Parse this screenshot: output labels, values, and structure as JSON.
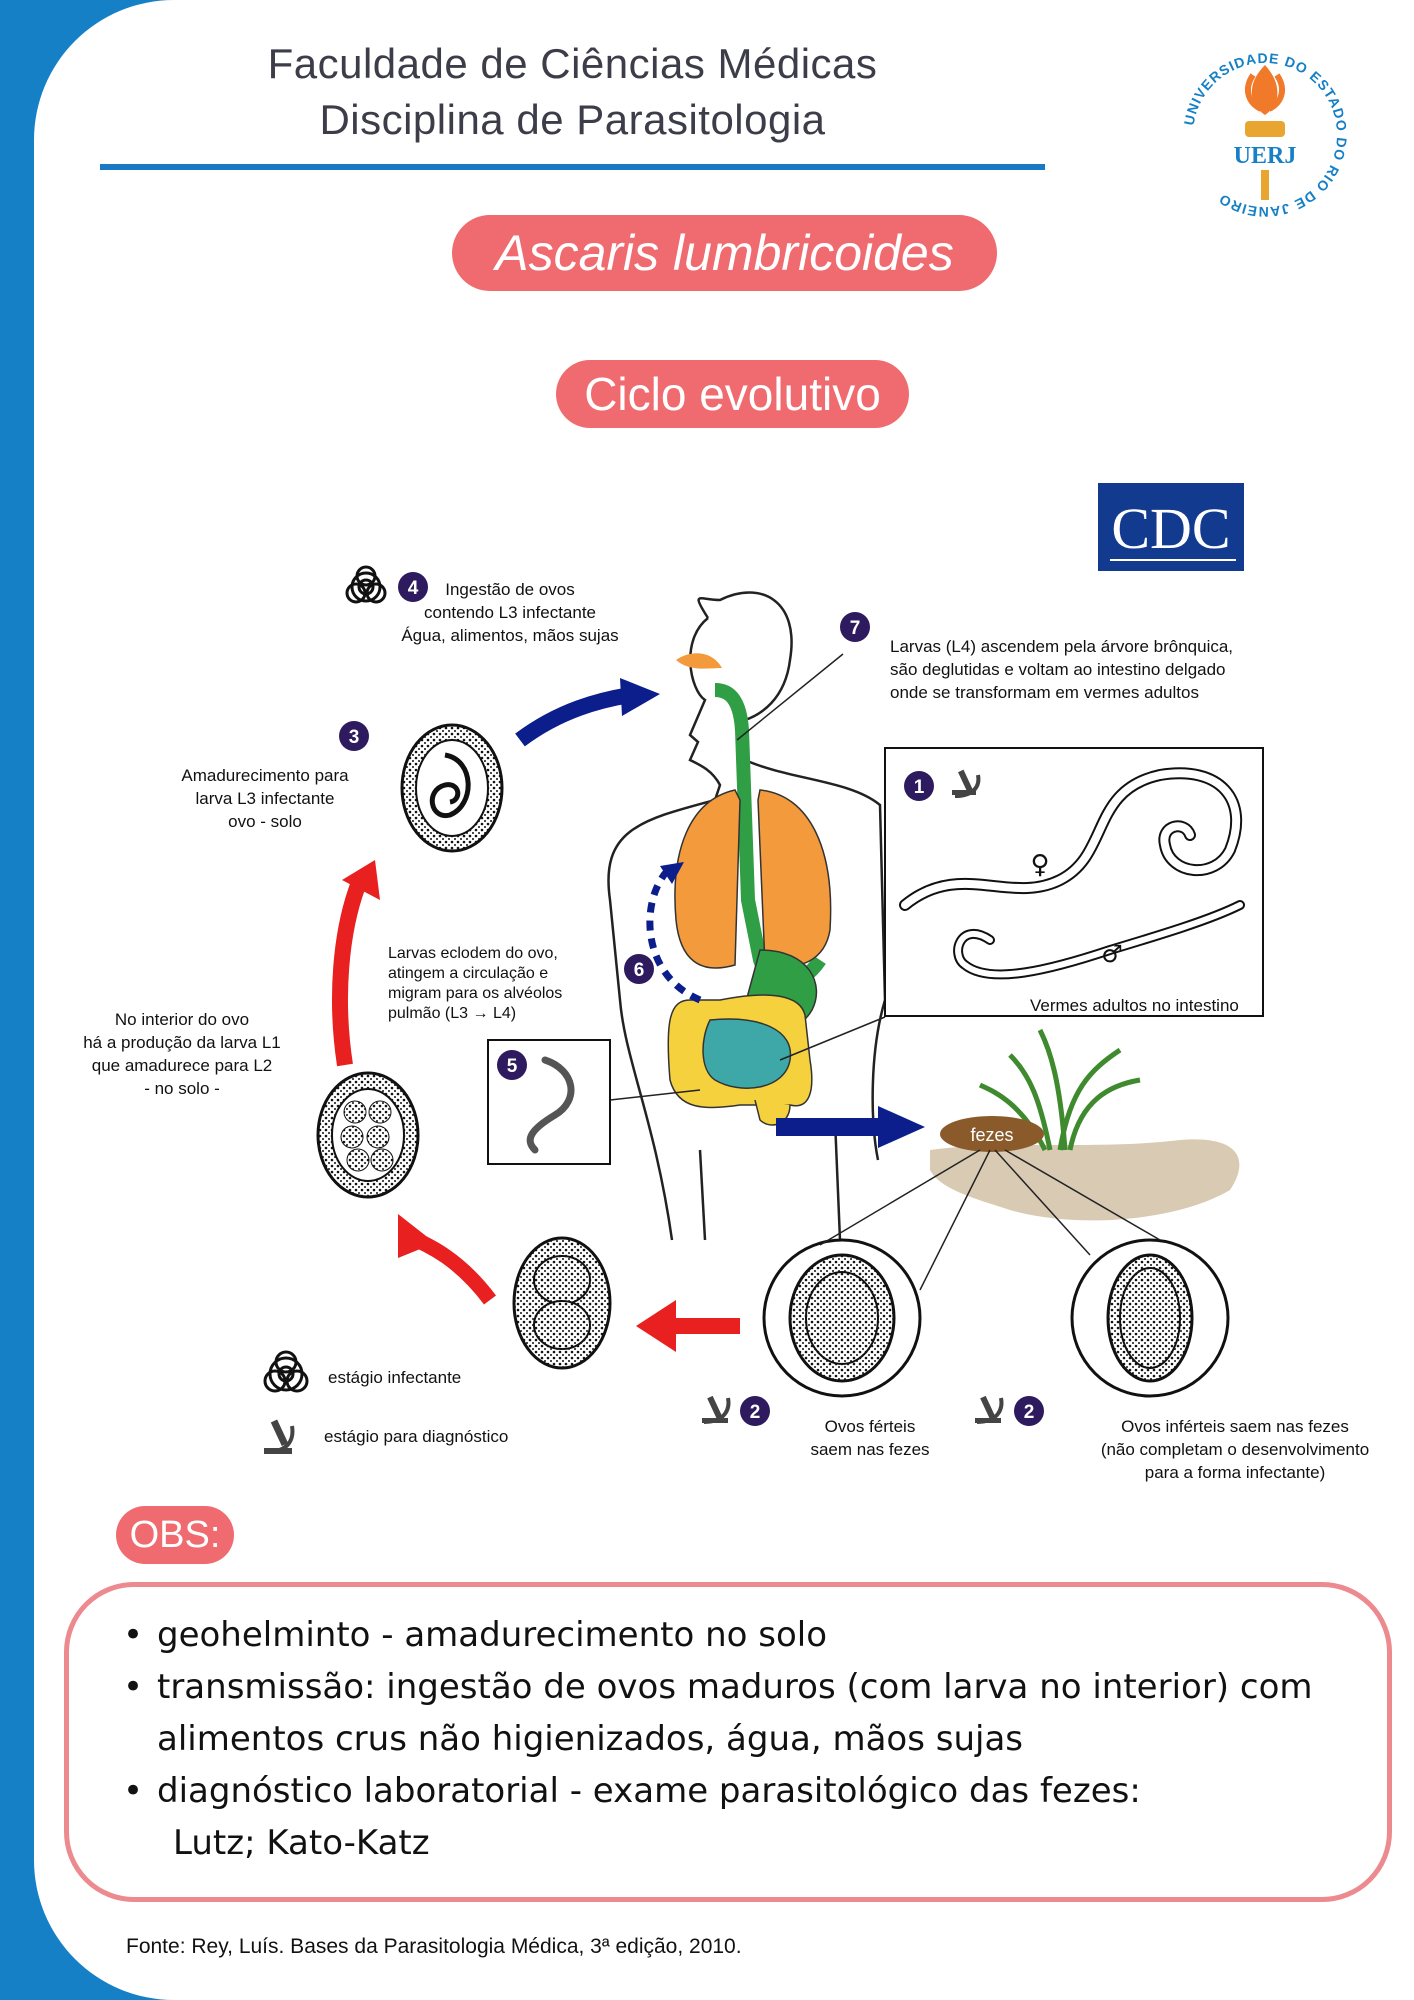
{
  "header": {
    "line1": "Faculdade de Ciências Médicas",
    "line2": "Disciplina de Parasitologia"
  },
  "logo": {
    "text": "UERJ",
    "ring": "UNIVERSIDADE DO ESTADO DO RIO DE JANEIRO"
  },
  "title": "Ascaris lumbricoides",
  "subtitle": "Ciclo evolutivo",
  "diagram": {
    "cdc": "CDC",
    "step4_num": "4",
    "step4": "Ingestão de ovos\ncontendo L3 infectante\nÁgua, alimentos, mãos sujas",
    "step7_num": "7",
    "step7": "Larvas (L4) ascendem pela árvore brônquica,\nsão deglutidas e voltam ao intestino delgado\nonde se transformam em vermes adultos",
    "step3_num": "3",
    "step3": "Amadurecimento para\nlarva L3  infectante\novo - solo",
    "step1_num": "1",
    "female_symbol": "♀",
    "male_symbol": "♂",
    "adults": "Vermes adultos no intestino",
    "step6_num": "6",
    "step6": "Larvas eclodem do ovo,\natingem a circulação e\nmigram para os alvéolos\npulmão (L3 → L4)",
    "l1": "No interior do ovo\nhá a produção da larva L1\nque amadurece para L2\n- no solo -",
    "step5_num": "5",
    "fezes": "fezes",
    "legend_infective": "estágio infectante",
    "legend_diagnostic": "estágio para diagnóstico",
    "step2_num": "2",
    "fertile": "Ovos férteis\nsaem nas fezes",
    "infertile": "Ovos inférteis saem nas fezes\n(não completam o desenvolvimento\npara a  forma infectante)"
  },
  "obs_label": "OBS:",
  "obs": {
    "item1": "geohelminto - amadurecimento no solo",
    "item2": "transmissão: ingestão de ovos maduros (com larva no interior) com",
    "item2_cont": "alimentos crus não higienizados, água, mãos sujas",
    "item3": "diagnóstico laboratorial - exame parasitológico das fezes:",
    "item3_cont": "Lutz; Kato-Katz"
  },
  "source": "Fonte: Rey, Luís. Bases da Parasitologia Médica, 3ª edição, 2010.",
  "colors": {
    "sidebar": "#1680c6",
    "accent": "#f06b6f",
    "rule": "#1b78c2",
    "step_badge": "#2e1a5e",
    "arrow_blue": "#0b1e8c",
    "arrow_red": "#e8201f"
  }
}
